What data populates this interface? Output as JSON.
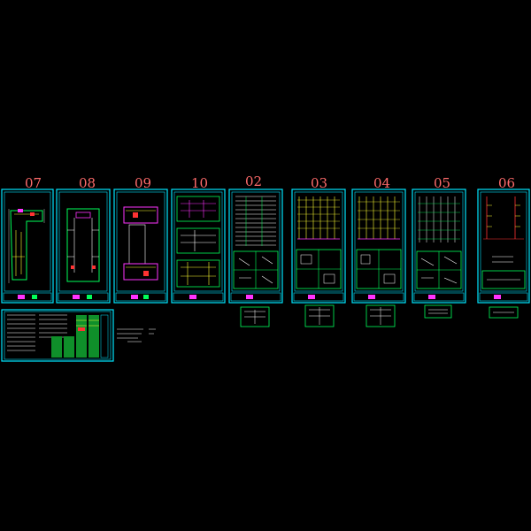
{
  "sheets": [
    {
      "id": "sheet-07",
      "number": "07"
    },
    {
      "id": "sheet-08",
      "number": "08"
    },
    {
      "id": "sheet-09",
      "number": "09"
    },
    {
      "id": "sheet-10",
      "number": "10"
    },
    {
      "id": "sheet-02",
      "number": "02"
    },
    {
      "id": "sheet-03",
      "number": "03"
    },
    {
      "id": "sheet-04",
      "number": "04"
    },
    {
      "id": "sheet-05",
      "number": "05"
    },
    {
      "id": "sheet-06",
      "number": "06"
    }
  ],
  "colors": {
    "background": "#000000",
    "frame": "#00e5ff",
    "label": "#ff6b6b",
    "lines_green": "#00ff5a",
    "lines_yellow": "#ffff33",
    "lines_white": "#ffffff",
    "lines_magenta": "#ff33ff",
    "lines_red": "#ff3333"
  }
}
